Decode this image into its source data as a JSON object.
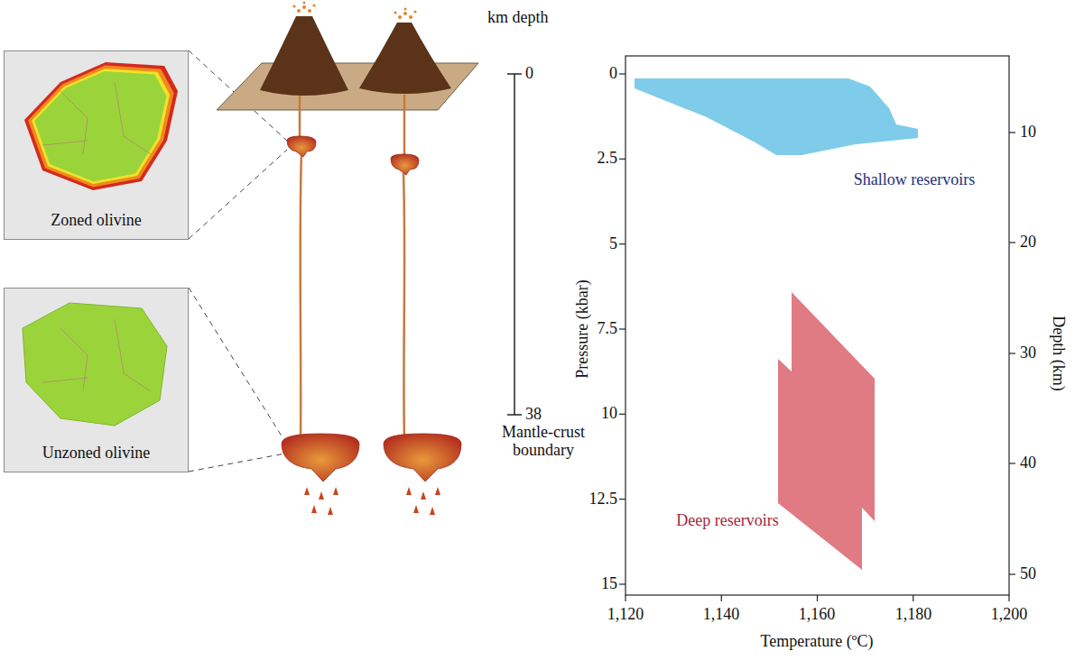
{
  "diagram": {
    "nodes": [
      {
        "text": [
          "Zoned olivine"
        ]
      },
      {
        "text": [
          "Unzoned olivine"
        ]
      }
    ],
    "labels": [
      "km depth",
      "0",
      "38",
      "Mantle-crust boundary",
      "0",
      "2.5",
      "5",
      "7.5",
      "10",
      "12.5",
      "15",
      "Pressure (kbar)",
      "10",
      "20",
      "30",
      "40",
      "50",
      "Depth (km)",
      "1,120",
      "1,140",
      "1,160",
      "1,180",
      "1,200",
      "Temperature (ºC)",
      "Shallow reservoirs",
      "Deep reservoirs"
    ]
  }
}
